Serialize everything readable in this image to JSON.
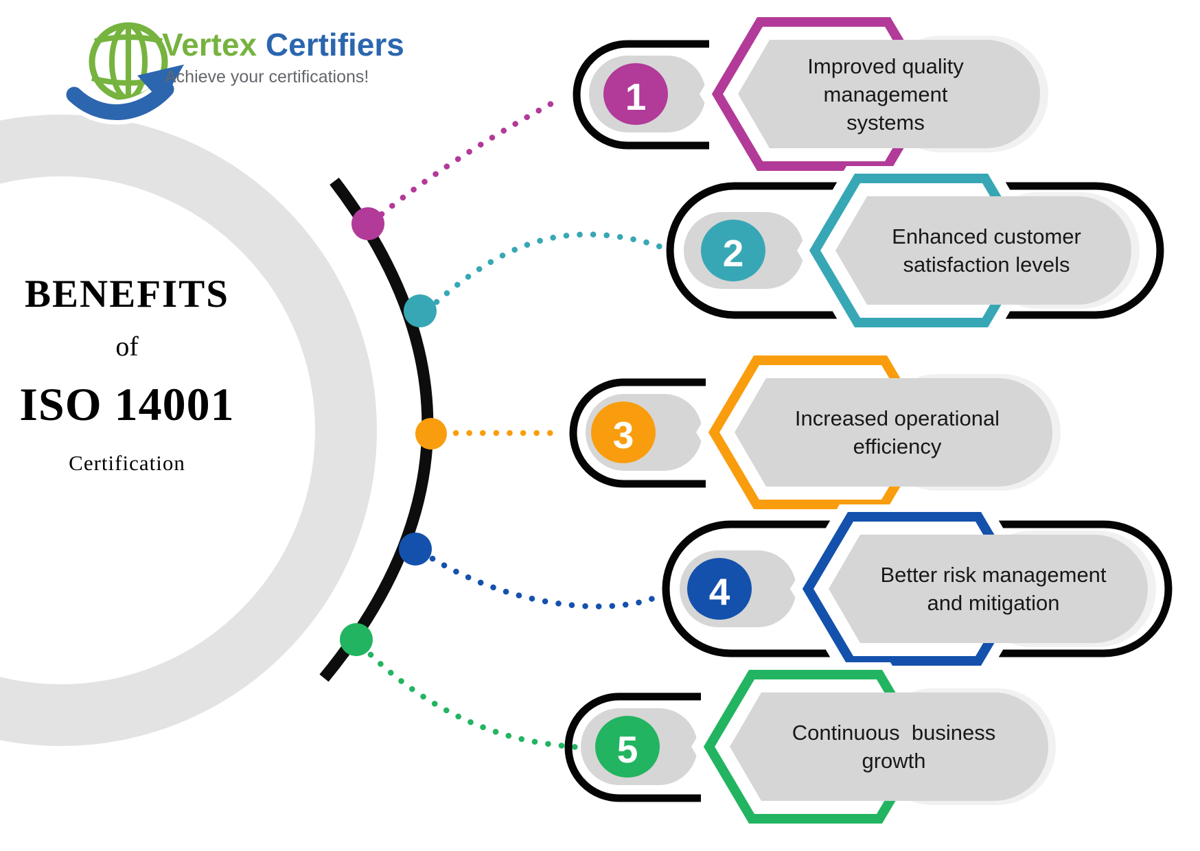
{
  "logo": {
    "brand_primary": "Vertex",
    "brand_secondary": "Certifiers",
    "tagline": "Achieve your certifications!",
    "green": "#76b33f",
    "blue": "#2b66ae",
    "tagline_color": "#63666b"
  },
  "title": {
    "line1": "BENEFITS",
    "line2": "of",
    "line3": "ISO 14001",
    "line4": "Certification"
  },
  "benefits": [
    {
      "number": "1",
      "label": "Improved quality\nmanagement\nsystems",
      "color": "#b23a98"
    },
    {
      "number": "2",
      "label": "Enhanced customer\nsatisfaction levels",
      "color": "#38a7b5"
    },
    {
      "number": "3",
      "label": "Increased operational\nefficiency",
      "color": "#f99d0e"
    },
    {
      "number": "4",
      "label": "Better risk management\nand mitigation",
      "color": "#1451ad"
    },
    {
      "number": "5",
      "label": "Continuous  business\ngrowth",
      "color": "#23b461"
    }
  ],
  "palette": {
    "arc_black": "#0d0d0d",
    "outline_black": "#050505",
    "pill_gray": "#d6d6d6",
    "halo_gray": "#f1f1f1",
    "ring_gray": "#e3e3e3",
    "label_text": "#181818",
    "number_text": "#ffffff"
  }
}
